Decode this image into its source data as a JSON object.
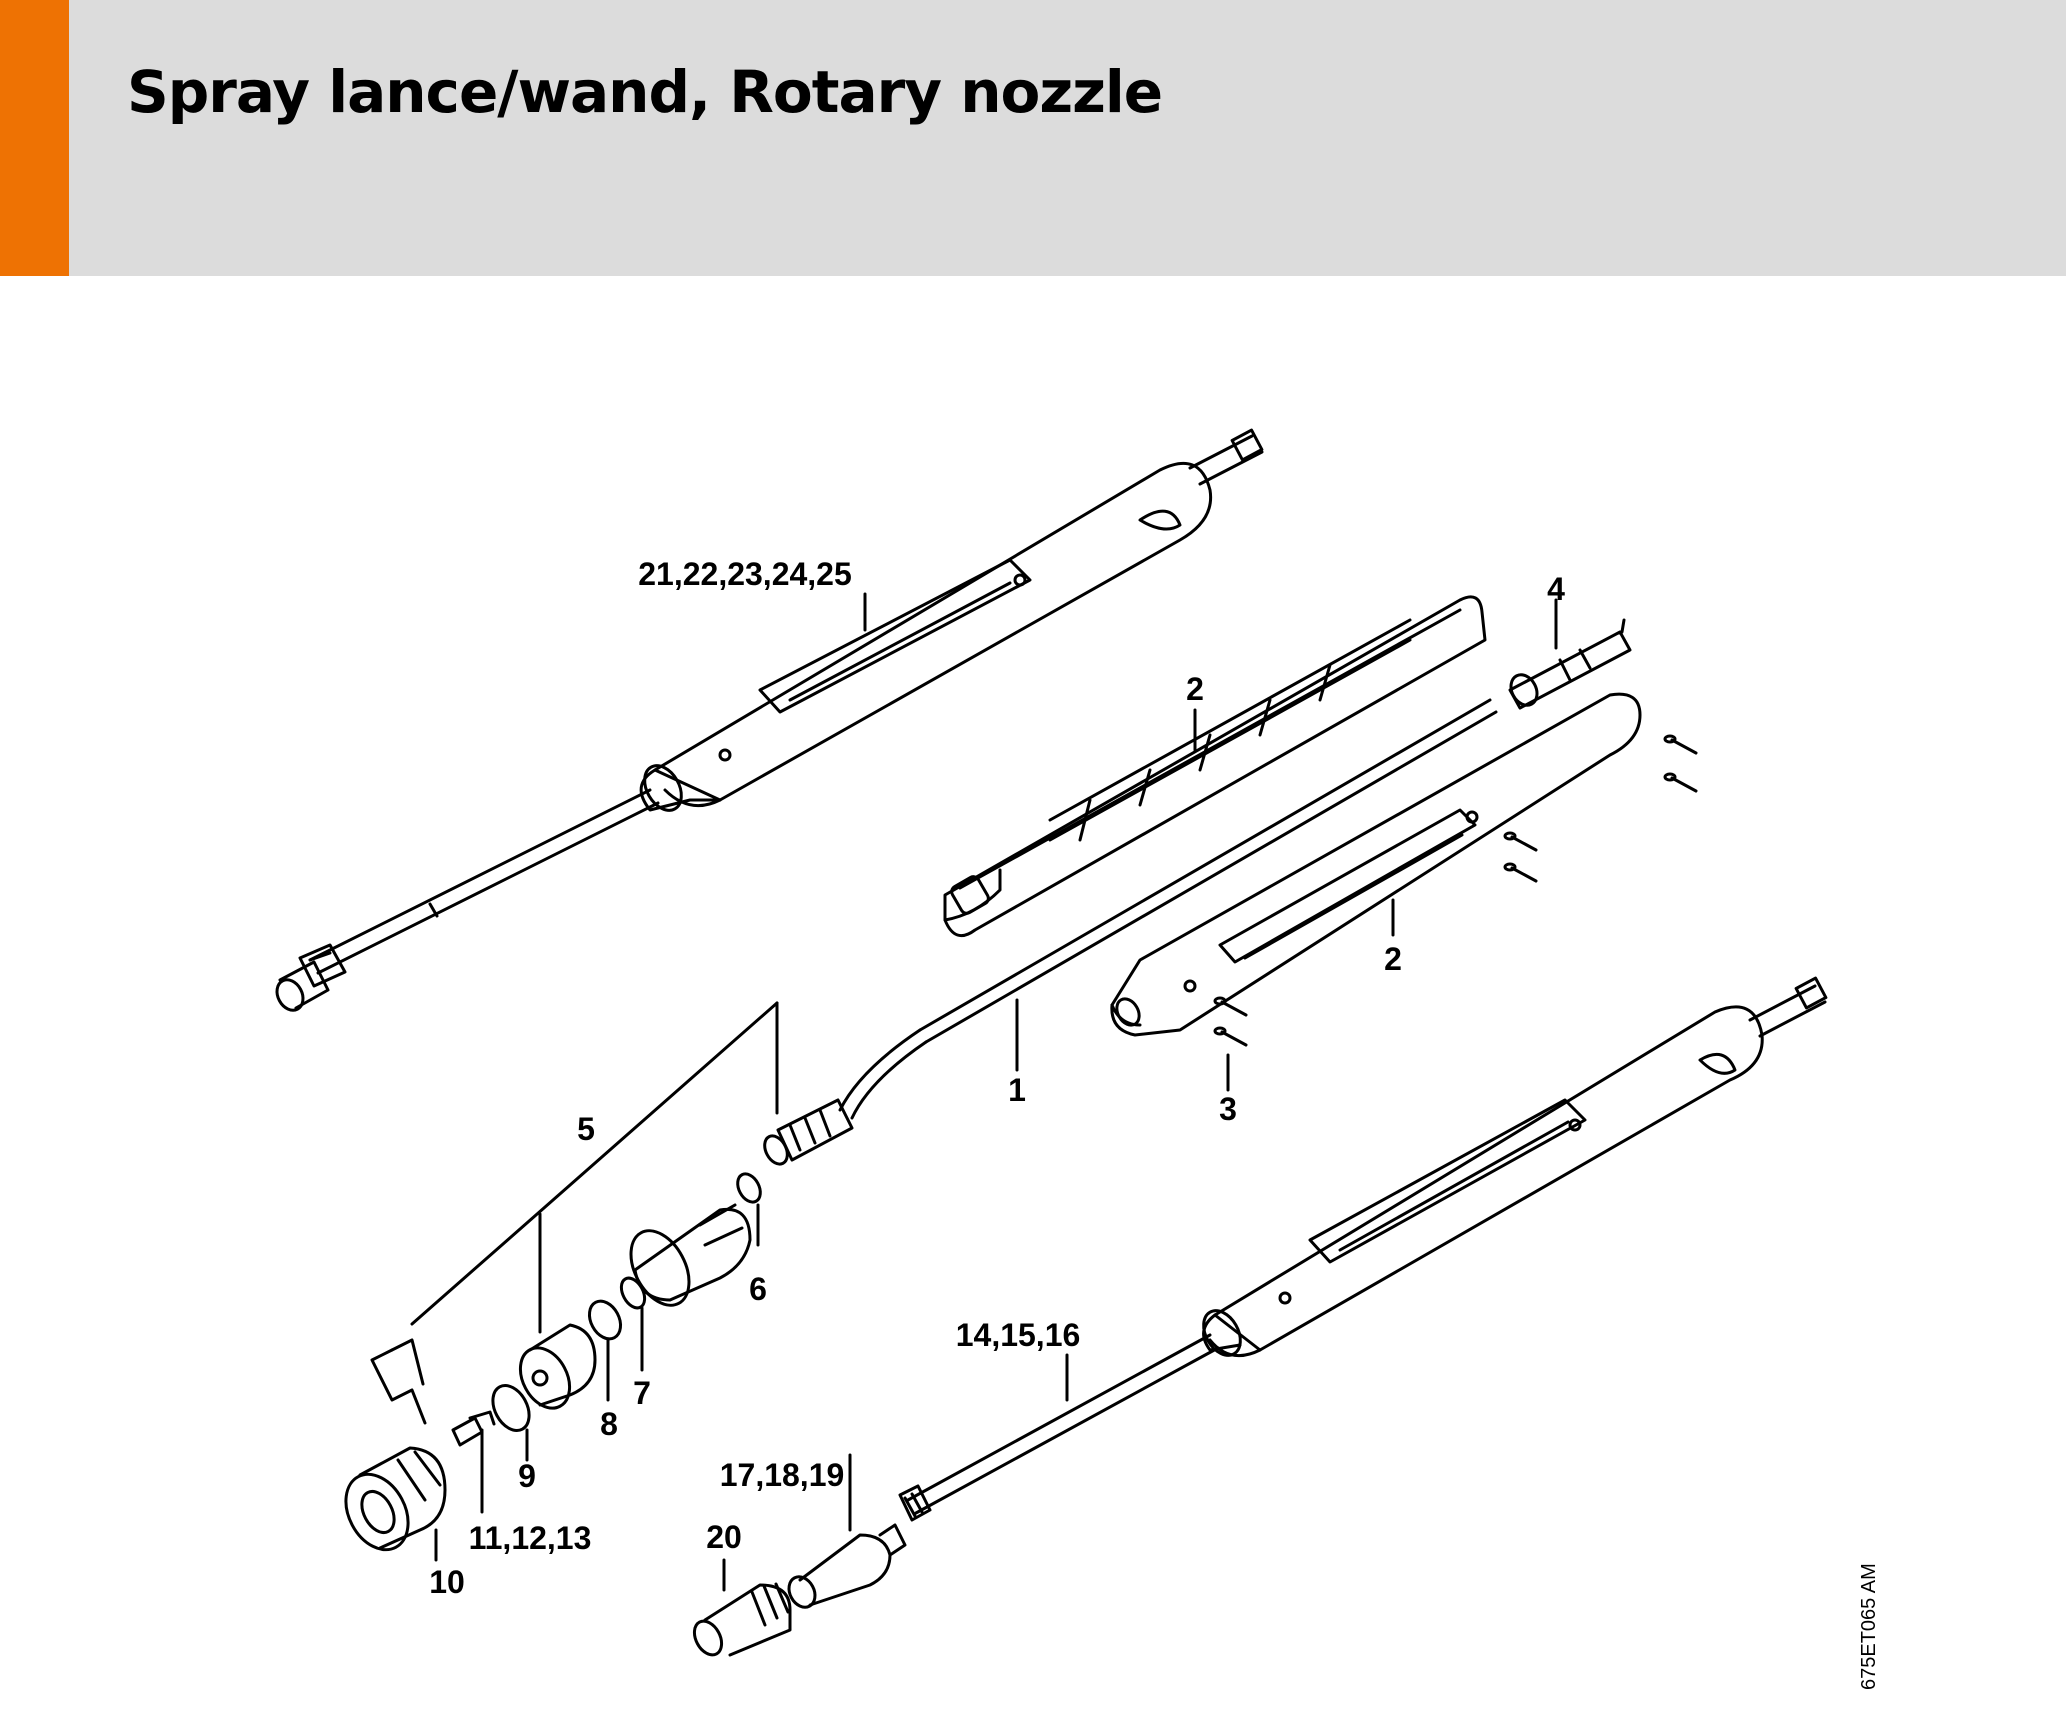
{
  "header": {
    "title": "Spray lance/wand, Rotary nozzle",
    "accent_color": "#ee7203",
    "background_color": "#dcdcdc"
  },
  "diagram": {
    "labels": {
      "l1": "1",
      "l2a": "2",
      "l2b": "2",
      "l3": "3",
      "l4": "4",
      "l5": "5",
      "l6": "6",
      "l7": "7",
      "l8": "8",
      "l9": "9",
      "l10": "10",
      "l11": "11,12,13",
      "l14": "14,15,16",
      "l17": "17,18,19",
      "l20": "20",
      "l21": "21,22,23,24,25"
    },
    "drawing_code": "675ET065 AM"
  }
}
